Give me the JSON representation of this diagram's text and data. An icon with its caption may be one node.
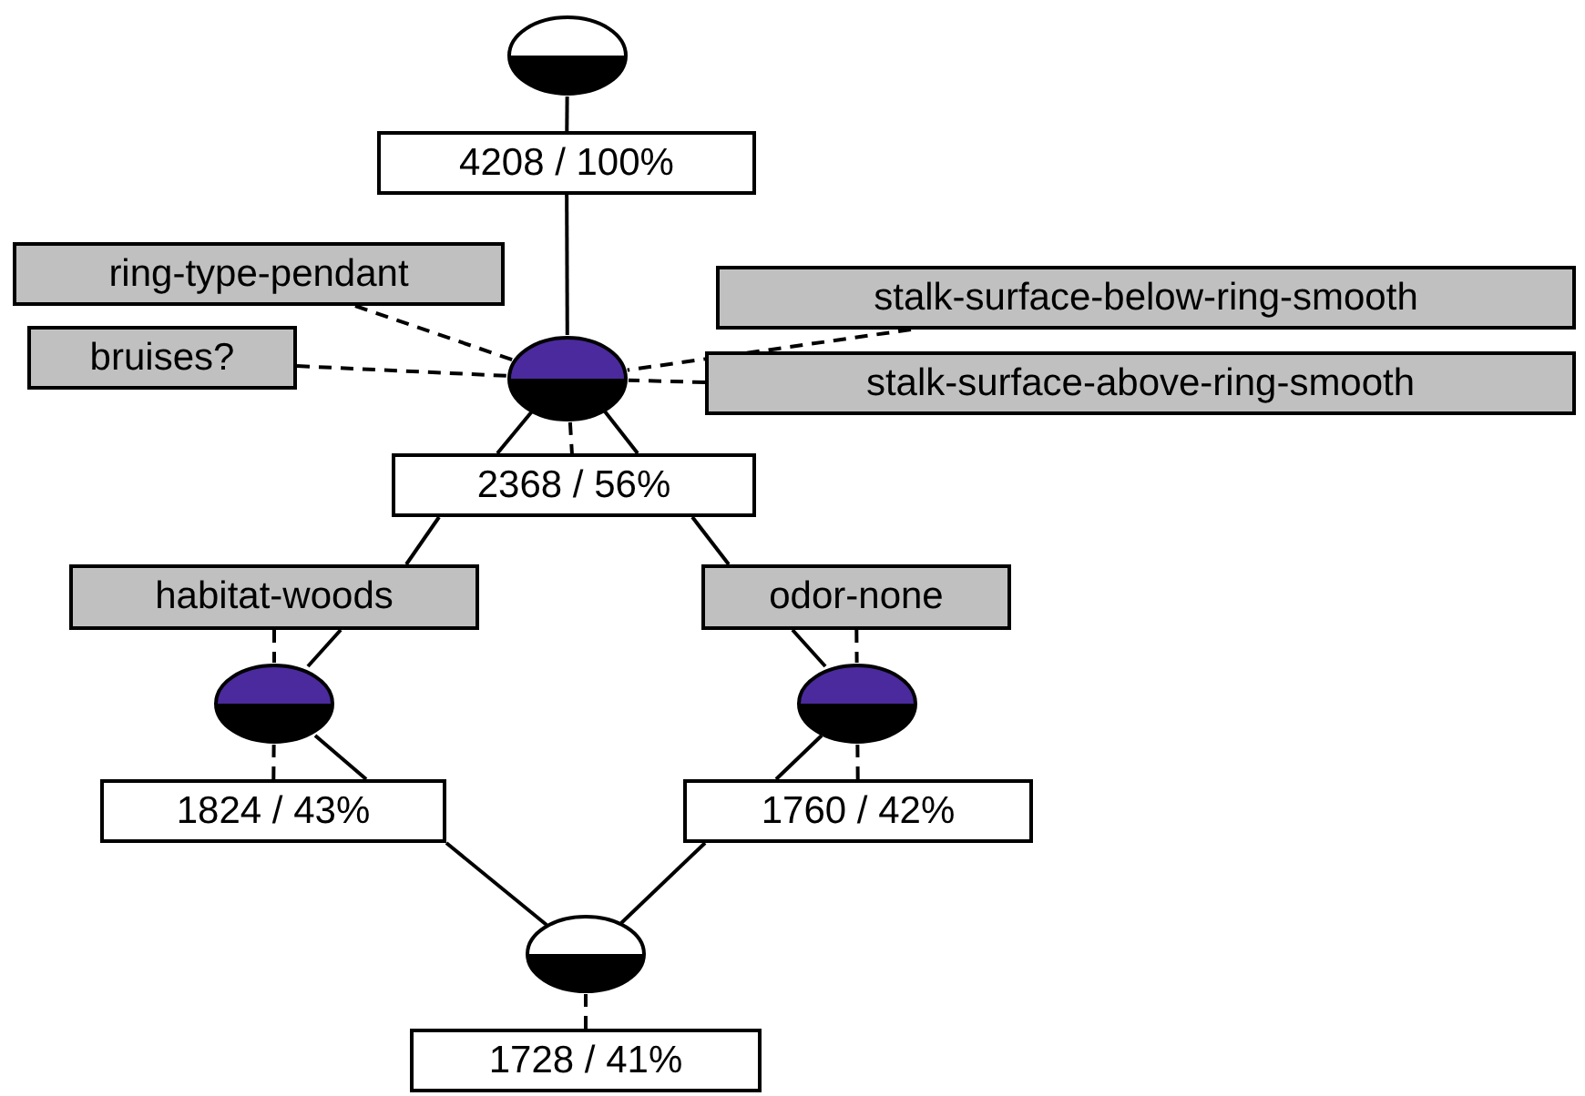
{
  "diagram": {
    "nodes": [
      {
        "text": [],
        "shape": "circle"
      },
      {
        "text": [
          "4208 / 100%"
        ]
      },
      {
        "text": [
          "ring-type-pendant"
        ]
      },
      {
        "text": [
          "stalk-surface-below-ring-smooth"
        ]
      },
      {
        "text": [
          "bruises?"
        ]
      },
      {
        "text": [],
        "shape": "circle"
      },
      {
        "text": [
          "stalk-surface-above-ring-smooth"
        ]
      },
      {
        "text": [
          "2368 / 56%"
        ]
      },
      {
        "text": [
          "habitat-woods"
        ]
      },
      {
        "text": [
          "odor-none"
        ]
      },
      {
        "text": [],
        "shape": "circle"
      },
      {
        "text": [],
        "shape": "circle"
      },
      {
        "text": [
          "1824 / 43%"
        ]
      },
      {
        "text": [
          "1760 / 42%"
        ]
      },
      {
        "text": [],
        "shape": "circle"
      },
      {
        "text": [
          "1728 / 41%"
        ]
      }
    ],
    "edges": [
      {
        "from": 0,
        "to": 1,
        "arrow": "none"
      },
      {
        "from": 1,
        "to": 5,
        "arrow": "none"
      },
      {
        "from": 2,
        "to": 5,
        "arrow": "none",
        "style": "dashed"
      },
      {
        "from": 3,
        "to": 5,
        "arrow": "none",
        "style": "dashed"
      },
      {
        "from": 4,
        "to": 5,
        "arrow": "none",
        "style": "dashed"
      },
      {
        "from": 6,
        "to": 5,
        "arrow": "none",
        "style": "dashed"
      },
      {
        "from": 5,
        "to": 7,
        "arrow": "none"
      },
      {
        "from": 5,
        "to": 7,
        "arrow": "none",
        "style": "dashed"
      },
      {
        "from": 5,
        "to": 7,
        "arrow": "none"
      },
      {
        "from": 7,
        "to": 8,
        "arrow": "none"
      },
      {
        "from": 7,
        "to": 9,
        "arrow": "none"
      },
      {
        "from": 8,
        "to": 10,
        "arrow": "none"
      },
      {
        "from": 8,
        "to": 10,
        "arrow": "none",
        "style": "dashed"
      },
      {
        "from": 9,
        "to": 11,
        "arrow": "none"
      },
      {
        "from": 9,
        "to": 11,
        "arrow": "none",
        "style": "dashed"
      },
      {
        "from": 10,
        "to": 12,
        "arrow": "none"
      },
      {
        "from": 10,
        "to": 12,
        "arrow": "none",
        "style": "dashed"
      },
      {
        "from": 11,
        "to": 13,
        "arrow": "none"
      },
      {
        "from": 11,
        "to": 13,
        "arrow": "none",
        "style": "dashed"
      },
      {
        "from": 12,
        "to": 14,
        "arrow": "none"
      },
      {
        "from": 13,
        "to": 14,
        "arrow": "none"
      },
      {
        "from": 14,
        "to": 15,
        "arrow": "none",
        "style": "dashed"
      }
    ]
  }
}
